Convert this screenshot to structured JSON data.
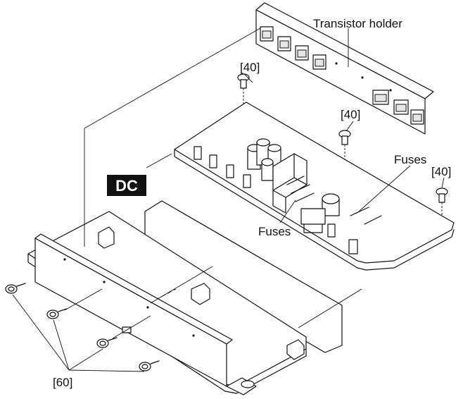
{
  "labels": {
    "transistor_holder": "Transistor holder",
    "screw_40_a": "[40]",
    "screw_40_b": "[40]",
    "screw_40_c": "[40]",
    "fuses_right": "Fuses",
    "fuses_center": "Fuses",
    "dc_tag": "DC",
    "screw_60": "[60]"
  },
  "colors": {
    "line": "#111111",
    "background": "#ffffff",
    "tag_background": "#111111",
    "tag_text": "#ffffff"
  }
}
